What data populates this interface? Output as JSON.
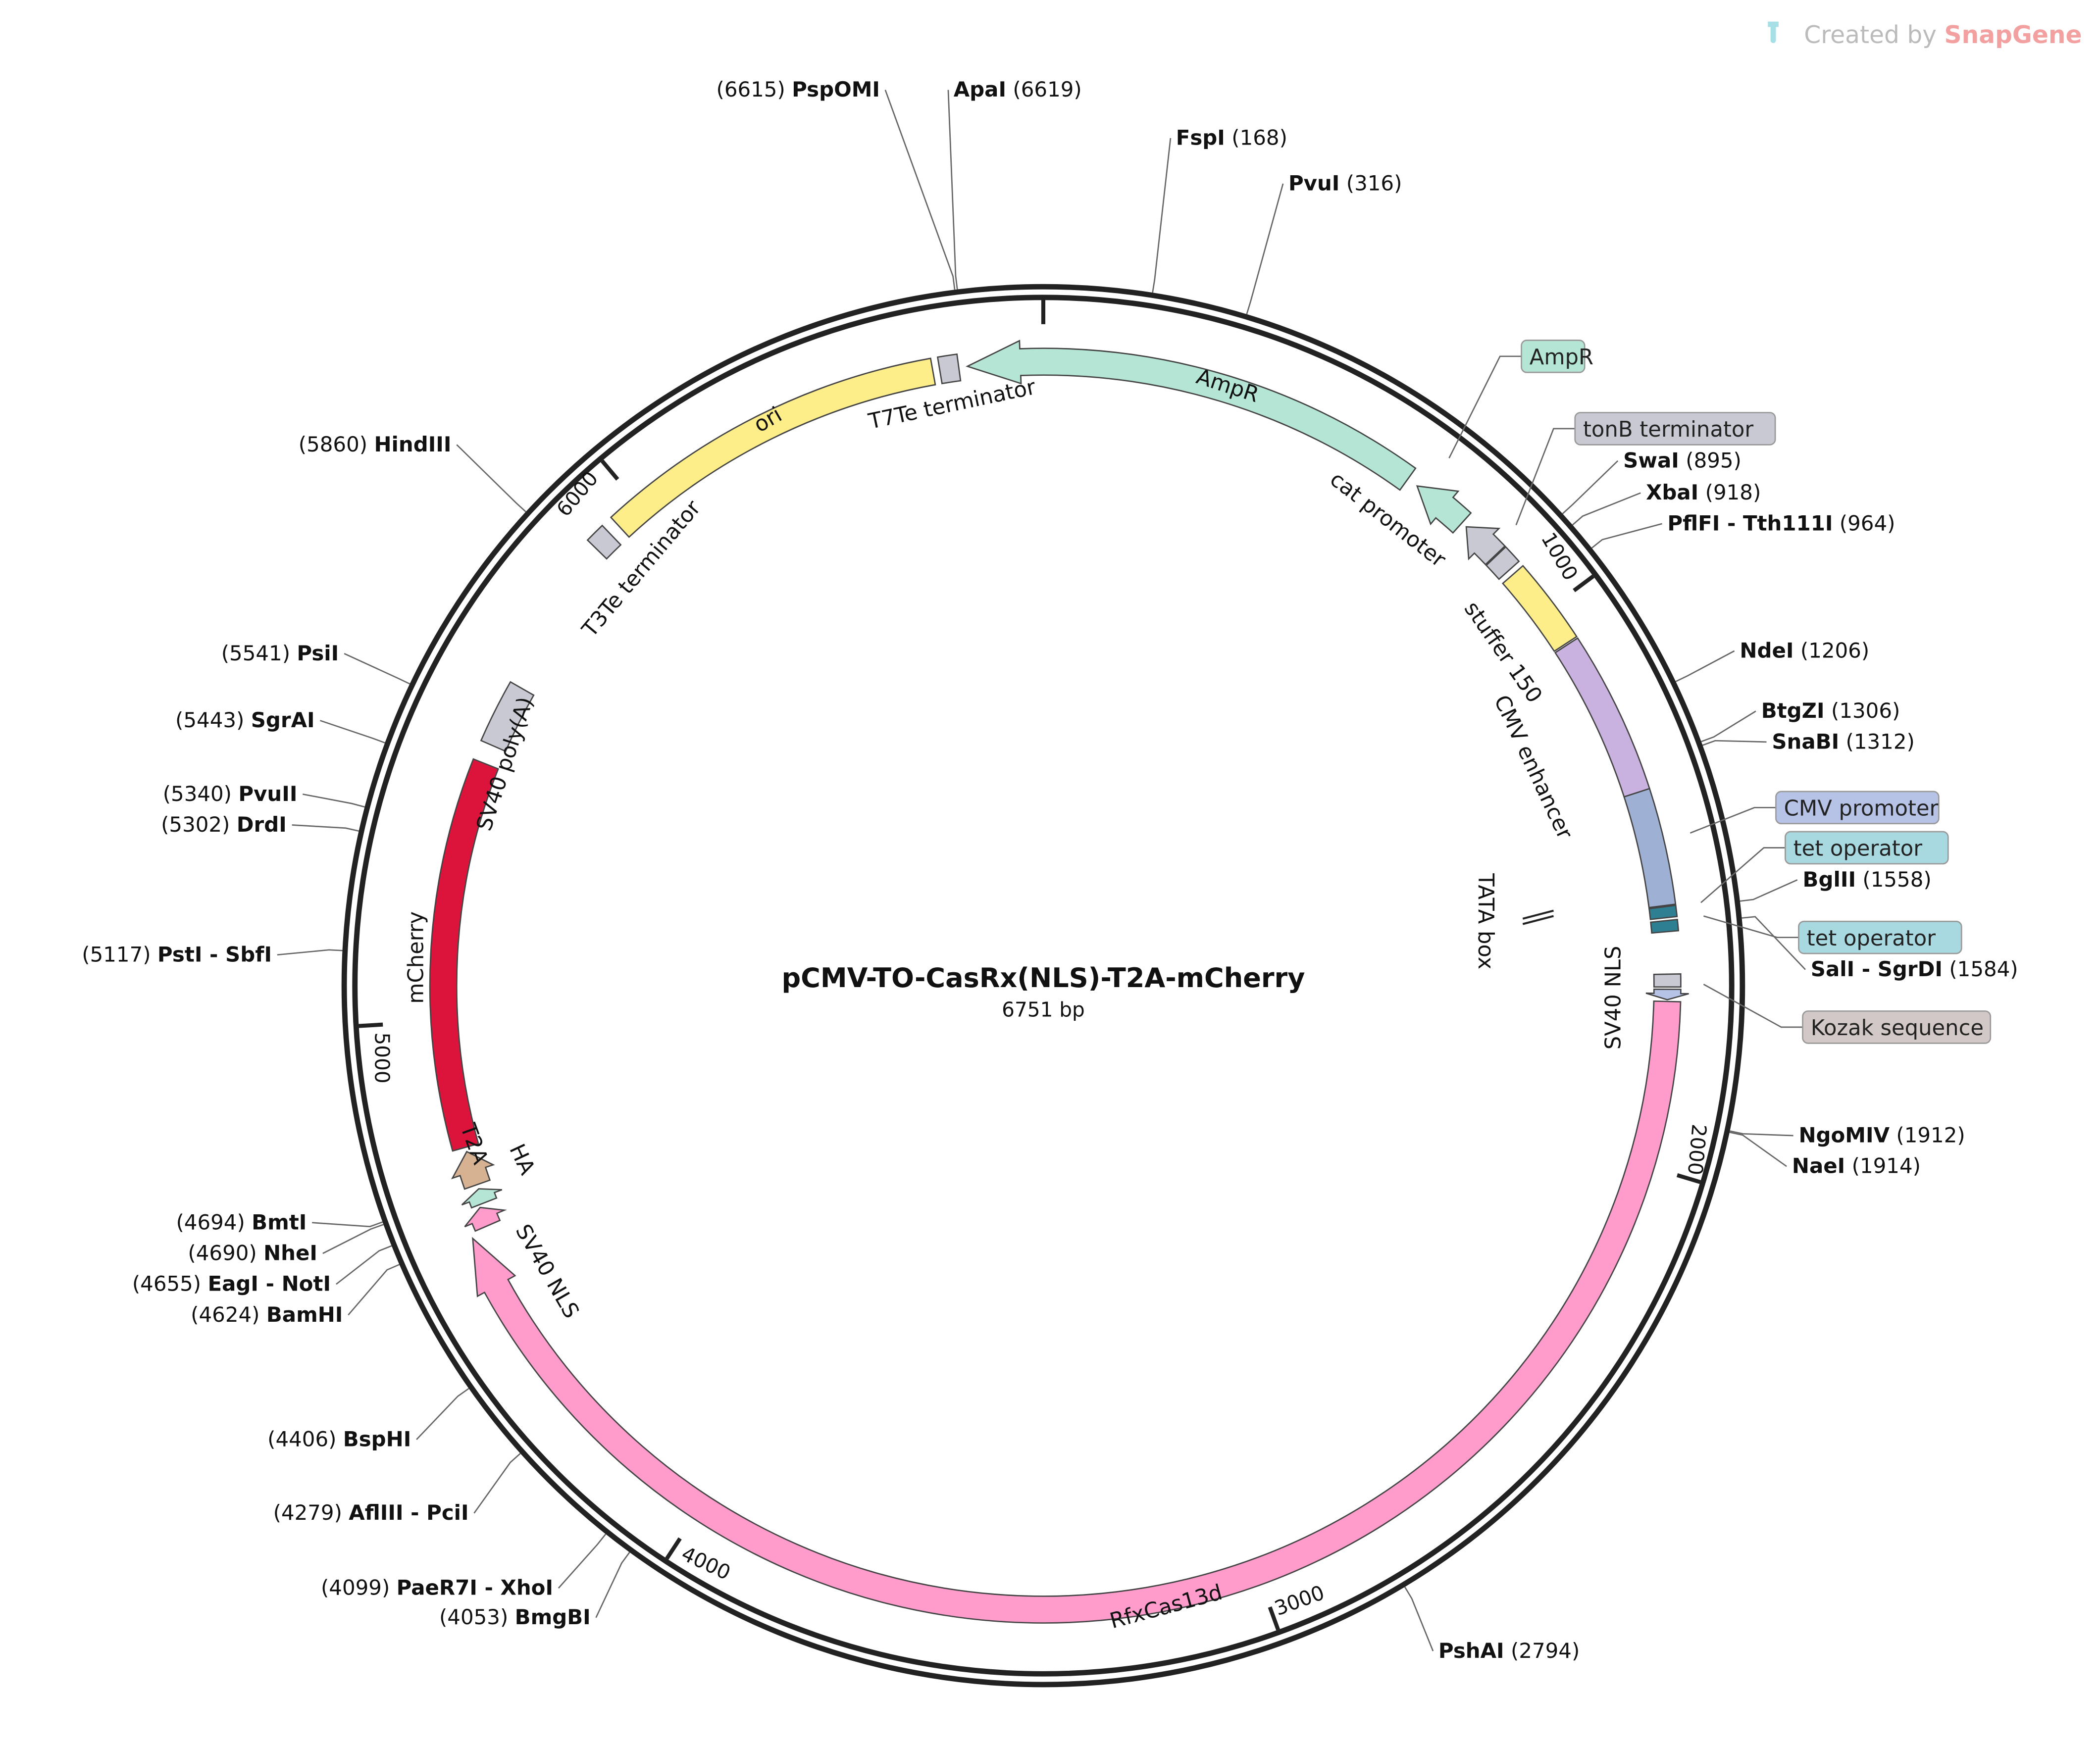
{
  "watermark": {
    "prefix": "Created by ",
    "brand": "SnapGene"
  },
  "plasmid": {
    "name": "pCMV-TO-CasRx(NLS)-T2A-mCherry",
    "length_label": "6751 bp",
    "length": 6751
  },
  "ticks": [
    {
      "bp": 1000,
      "label": "1000"
    },
    {
      "bp": 2000,
      "label": "2000"
    },
    {
      "bp": 3000,
      "label": "3000"
    },
    {
      "bp": 4000,
      "label": "4000"
    },
    {
      "bp": 5000,
      "label": "5000"
    },
    {
      "bp": 6000,
      "label": "6000"
    }
  ],
  "features": [
    {
      "name": "AmpR",
      "start": 6620,
      "end": 670,
      "dir": -1,
      "color": "#b5e6d5",
      "label_inside": "AmpR",
      "boxed": true,
      "box_color": "#b5e6d5"
    },
    {
      "name": "ori",
      "start": 5950,
      "end": 6560,
      "dir": 0,
      "color": "#fdee8a",
      "label_inside": "ori"
    },
    {
      "name": "T7Te terminator",
      "start": 6572,
      "end": 6605,
      "dir": 0,
      "color": "#c8c9d2",
      "label_inside": "T7Te terminator"
    },
    {
      "name": "T3Te terminator",
      "start": 5895,
      "end": 5930,
      "dir": 0,
      "color": "#c8c9d2",
      "label_inside": "T3Te terminator"
    },
    {
      "name": "cat promoter",
      "start": 690,
      "end": 790,
      "dir": -1,
      "color": "#b5e6d5",
      "label_inside": "cat promoter"
    },
    {
      "name": "tonB terminator",
      "start": 800,
      "end": 870,
      "dir": -1,
      "color": "#c8c9d2",
      "boxed": true,
      "box_color": "#c8c9d2"
    },
    {
      "name": "gray-spacer",
      "start": 872,
      "end": 905,
      "dir": 0,
      "color": "#c8c9d2"
    },
    {
      "name": "stuffer 150",
      "start": 915,
      "end": 1065,
      "dir": 0,
      "color": "#fdee8a",
      "label_inside": "stuffer 150"
    },
    {
      "name": "CMV enhancer",
      "start": 1068,
      "end": 1350,
      "dir": 0,
      "color": "#c9b2e0",
      "label_inside": "CMV enhancer"
    },
    {
      "name": "CMV promoter",
      "start": 1350,
      "end": 1550,
      "dir": 0,
      "color": "#9eb0d3",
      "boxed": true,
      "box_color": "#b6c2e6"
    },
    {
      "name": "tet operator",
      "start": 1552,
      "end": 1571,
      "dir": 0,
      "color": "#2f7f92",
      "boxed": true,
      "box_color": "#a8d8e0"
    },
    {
      "name": "tet operator",
      "start": 1576,
      "end": 1595,
      "dir": 0,
      "color": "#2f7f92",
      "boxed": true,
      "box_color": "#a8d8e0"
    },
    {
      "name": "SV40 NLS",
      "start": 1668,
      "end": 1690,
      "dir": 0,
      "color": "#c8c9d2",
      "label_inside": "SV40 NLS"
    },
    {
      "name": "Kozak sequence",
      "start": 1694,
      "end": 1712,
      "dir": 1,
      "color": "#b6c2e6",
      "boxed": true,
      "box_color": "#d2c8c8"
    },
    {
      "name": "RfxCas13d",
      "start": 1715,
      "end": 4615,
      "dir": 1,
      "color": "#ff9ccc",
      "label_inside": "RfxCas13d"
    },
    {
      "name": "SV40 NLS",
      "start": 4625,
      "end": 4660,
      "dir": 1,
      "color": "#ff9ccc",
      "label_inside": "SV40 NLS"
    },
    {
      "name": "HA",
      "start": 4665,
      "end": 4692,
      "dir": 1,
      "color": "#b5e6d5",
      "label_inside": "HA"
    },
    {
      "name": "T2A",
      "start": 4700,
      "end": 4762,
      "dir": 1,
      "color": "#d6b293",
      "label_inside": "T2A"
    },
    {
      "name": "mCherry",
      "start": 4770,
      "end": 5470,
      "dir": 0,
      "color": "#dc143c",
      "label_inside": "mCherry"
    },
    {
      "name": "SV40 poly(A)",
      "start": 5505,
      "end": 5620,
      "dir": 0,
      "color": "#c8c9d2",
      "label_inside": "SV40 poly(A)"
    }
  ],
  "enzymes": [
    {
      "name": "PspOMI",
      "pos": "6615",
      "bp": 6615
    },
    {
      "name": "ApaI",
      "pos": "6619",
      "bp": 6619
    },
    {
      "name": "FspI",
      "pos": "168",
      "bp": 168
    },
    {
      "name": "PvuI",
      "pos": "316",
      "bp": 316
    },
    {
      "name": "SwaI",
      "pos": "895",
      "bp": 895
    },
    {
      "name": "XbaI",
      "pos": "918",
      "bp": 918
    },
    {
      "name": "PflFI - Tth111I",
      "pos": "964",
      "bp": 964
    },
    {
      "name": "NdeI",
      "pos": "1206",
      "bp": 1206
    },
    {
      "name": "BtgZI",
      "pos": "1306",
      "bp": 1306
    },
    {
      "name": "SnaBI",
      "pos": "1312",
      "bp": 1312
    },
    {
      "name": "BglII",
      "pos": "1558",
      "bp": 1558
    },
    {
      "name": "SalI - SgrDI",
      "pos": "1584",
      "bp": 1584
    },
    {
      "name": "NgoMIV",
      "pos": "1912",
      "bp": 1912
    },
    {
      "name": "NaeI",
      "pos": "1914",
      "bp": 1914
    },
    {
      "name": "PshAI",
      "pos": "2794",
      "bp": 2794
    },
    {
      "name": "BmgBI",
      "pos": "4053",
      "bp": 4053
    },
    {
      "name": "PaeR7I - XhoI",
      "pos": "4099",
      "bp": 4099
    },
    {
      "name": "AflIII - PciI",
      "pos": "4279",
      "bp": 4279
    },
    {
      "name": "BspHI",
      "pos": "4406",
      "bp": 4406
    },
    {
      "name": "BamHI",
      "pos": "4624",
      "bp": 4624
    },
    {
      "name": "EagI - NotI",
      "pos": "4655",
      "bp": 4655
    },
    {
      "name": "NheI",
      "pos": "4690",
      "bp": 4690
    },
    {
      "name": "BmtI",
      "pos": "4694",
      "bp": 4694
    },
    {
      "name": "PstI - SbfI",
      "pos": "5117",
      "bp": 5117
    },
    {
      "name": "DrdI",
      "pos": "5302",
      "bp": 5302
    },
    {
      "name": "PvuII",
      "pos": "5340",
      "bp": 5340
    },
    {
      "name": "SgrAI",
      "pos": "5443",
      "bp": 5443
    },
    {
      "name": "PsiI",
      "pos": "5541",
      "bp": 5541
    },
    {
      "name": "HindIII",
      "pos": "5860",
      "bp": 5860
    }
  ],
  "inner_labels": {
    "tata_box": "TATA box"
  }
}
